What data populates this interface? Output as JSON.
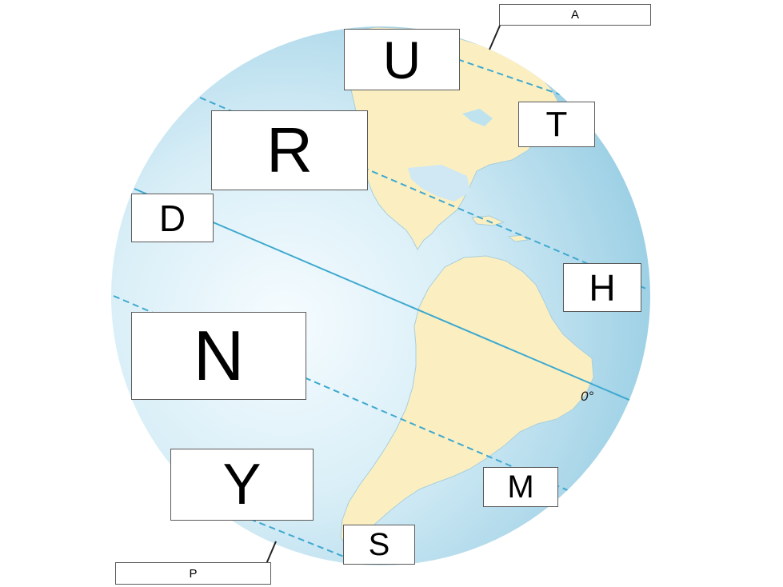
{
  "colors": {
    "ocean_light": "#f4fbfe",
    "ocean_mid": "#cfe8f3",
    "ocean_dark": "#97cde3",
    "land": "#fbefc2",
    "land_edge": "#9cc9d6",
    "latitude_line": "#3fa9cf",
    "box_border": "#5a5a5a"
  },
  "labels": {
    "a": "A",
    "u": "U",
    "t": "T",
    "r": "R",
    "d": "D",
    "h": "H",
    "n": "N",
    "y": "Y",
    "m": "M",
    "s": "S",
    "p": "P"
  },
  "equator_label": "0°"
}
